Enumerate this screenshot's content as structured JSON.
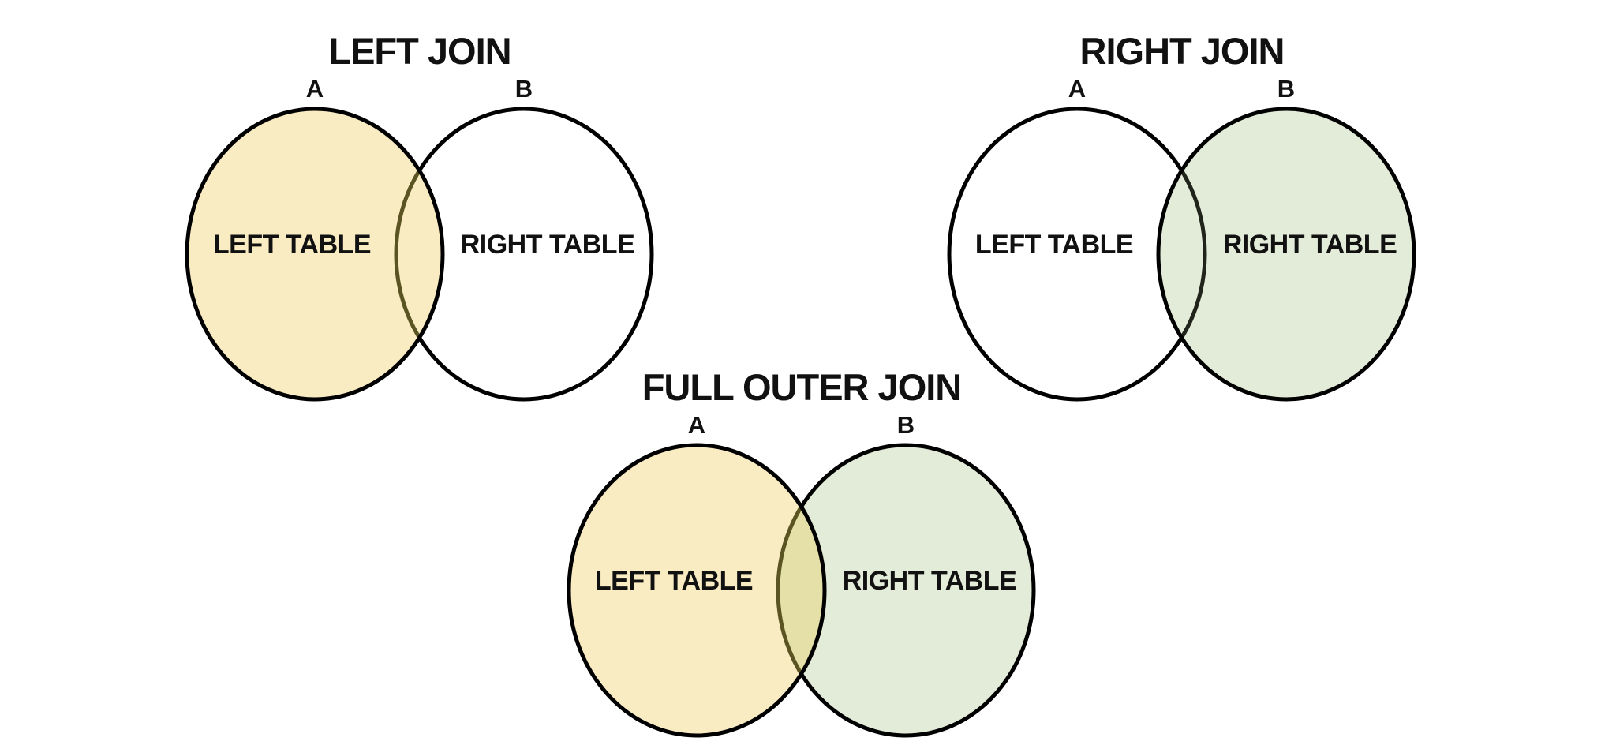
{
  "page": {
    "background": "#FFFFFF"
  },
  "colors": {
    "outline": "#000000",
    "text": "#111111",
    "left_table_fill": "#F9EBC2",
    "right_table_fill": "#E2ECD8",
    "overlap_mix_fill": "#E4E0A8",
    "arc_under_yellow": "#5A5322",
    "arc_under_green": "#20241A",
    "unshaded_fill": "#FFFFFF"
  },
  "diagrams": [
    {
      "name": "left-join",
      "title": "LEFT JOIN",
      "circle_a": {
        "label": "A",
        "text": "LEFT TABLE"
      },
      "circle_b": {
        "label": "B",
        "text": "RIGHT TABLE"
      },
      "fills": {
        "a": "#F9EBC2",
        "b": "#FFFFFF",
        "lens": "#F9EBC2",
        "under_arc": "#5A5322"
      }
    },
    {
      "name": "right-join",
      "title": "RIGHT JOIN",
      "circle_a": {
        "label": "A",
        "text": "LEFT TABLE"
      },
      "circle_b": {
        "label": "B",
        "text": "RIGHT TABLE"
      },
      "fills": {
        "a": "#FFFFFF",
        "b": "#E2ECD8",
        "lens": "#E2ECD8",
        "under_arc": "#20241A"
      }
    },
    {
      "name": "full-outer-join",
      "title": "FULL OUTER JOIN",
      "circle_a": {
        "label": "A",
        "text": "LEFT TABLE"
      },
      "circle_b": {
        "label": "B",
        "text": "RIGHT TABLE"
      },
      "fills": {
        "a": "#F9EBC2",
        "b": "#E2ECD8",
        "lens": "#E4E0A8",
        "under_arc": "#5A5322"
      }
    }
  ]
}
